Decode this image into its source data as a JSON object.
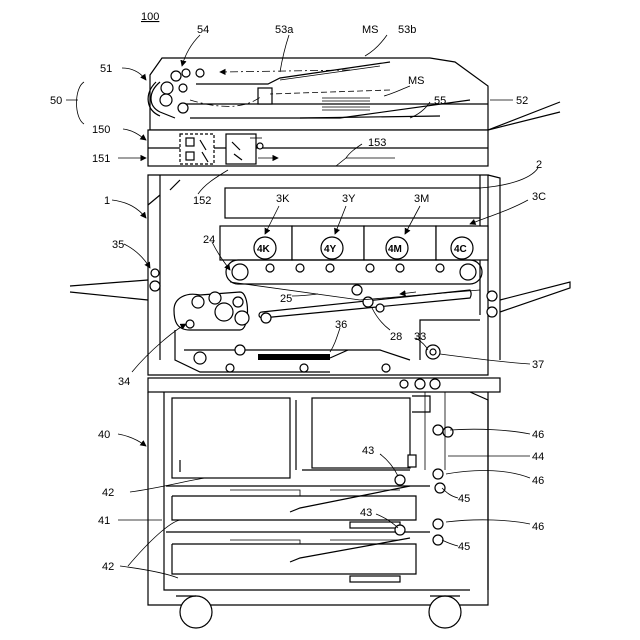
{
  "figure": {
    "number": "100"
  },
  "labels": {
    "l54": "54",
    "l53a": "53a",
    "lMS_top": "MS",
    "l53b": "53b",
    "l51": "51",
    "l50": "50",
    "lMS_mid": "MS",
    "l52": "52",
    "l55": "55",
    "l150": "150",
    "l153": "153",
    "l151": "151",
    "l152": "152",
    "l2": "2",
    "l1": "1",
    "l3K": "3K",
    "l3Y": "3Y",
    "l3M": "3M",
    "l3C": "3C",
    "l35": "35",
    "l24": "24",
    "l25": "25",
    "l28": "28",
    "l36": "36",
    "l33": "33",
    "l37": "37",
    "l34": "34",
    "l40": "40",
    "l46a": "46",
    "l44": "44",
    "l43a": "43",
    "l46b": "46",
    "l42a": "42",
    "l45a": "45",
    "l41": "41",
    "l43b": "43",
    "l46c": "46",
    "l42b": "42",
    "l45b": "45"
  },
  "drums": [
    "4K",
    "4Y",
    "4M",
    "4C"
  ]
}
